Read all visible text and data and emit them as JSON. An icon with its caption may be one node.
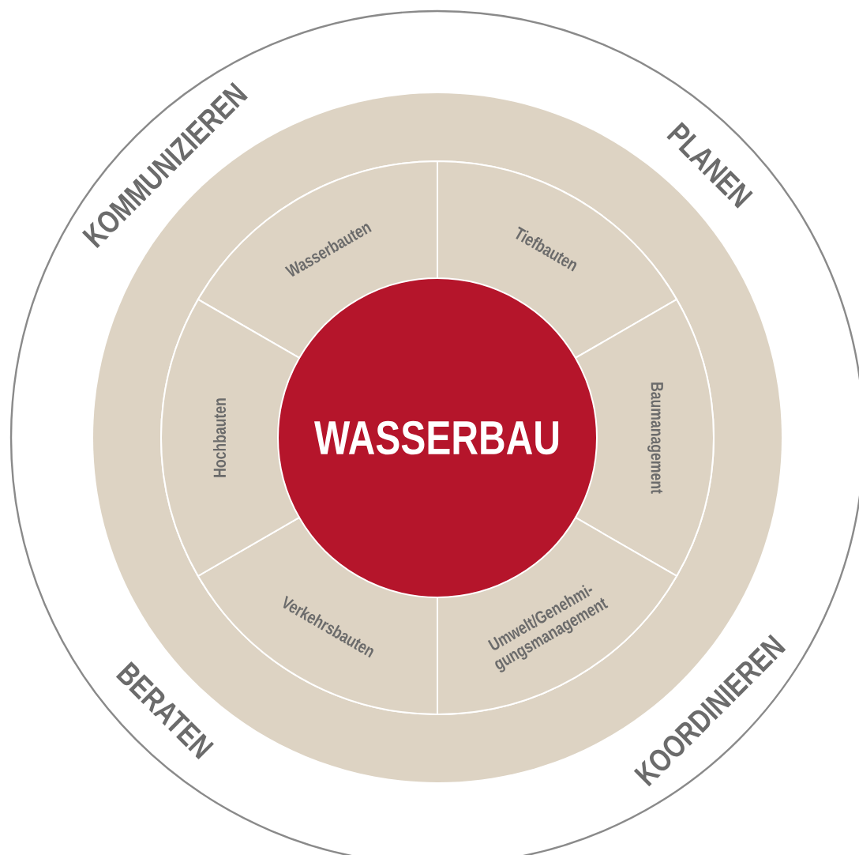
{
  "diagram": {
    "nodes": [
      {
        "text": [
          "KOMMUNIZIEREN",
          "PLANEN",
          "BERATEN",
          "KOORDINIEREN"
        ]
      },
      {
        "text": [
          "WASSERBAU"
        ],
        "in": 0
      },
      {
        "text": [
          "Wasserbauten"
        ],
        "in": 0
      },
      {
        "text": [
          "Tiefbauten"
        ],
        "in": 0
      },
      {
        "text": [
          "Baumanagement"
        ],
        "in": 0
      },
      {
        "text": [
          "Umwelt/Genehmi- gungsmanagement"
        ],
        "in": 0
      },
      {
        "text": [
          "Verkehrsbauten"
        ],
        "in": 0
      },
      {
        "text": [
          "Hochbauten"
        ],
        "in": 0
      }
    ]
  }
}
